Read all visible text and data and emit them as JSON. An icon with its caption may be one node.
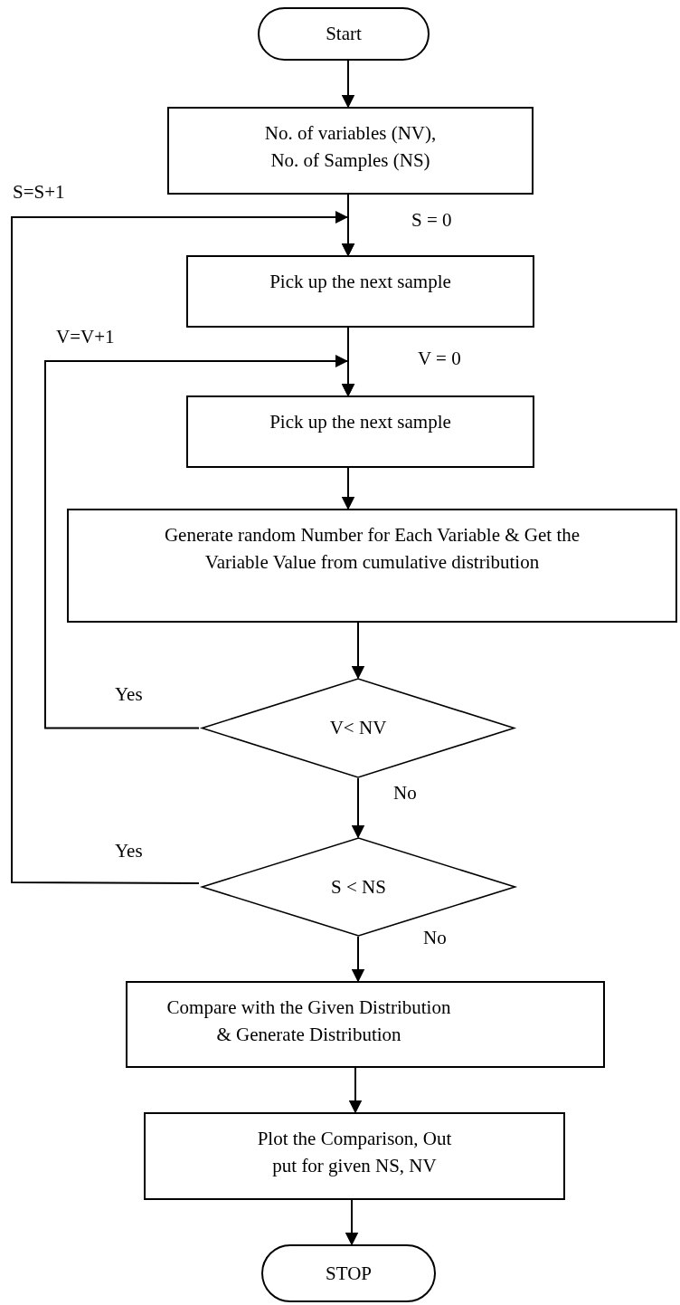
{
  "diagram": {
    "nodes": [
      {
        "text": [
          "Start"
        ]
      },
      {
        "text": [
          "No. of variables (NV), No. of Samples (NS)"
        ]
      },
      {
        "text": [
          "Pick up the next sample"
        ]
      },
      {
        "text": [
          "Pick up the next sample"
        ]
      },
      {
        "text": [
          "Generate random Number for Each Variable & Get the Variable Value from cumulative distribution"
        ]
      },
      {
        "text": [
          "V< NV"
        ]
      },
      {
        "text": [
          "S < NS"
        ]
      },
      {
        "text": [
          "Compare with the Given Distribution & Generate Distribution"
        ]
      },
      {
        "text": [
          "Plot the Comparison, Out put for given NS, NV"
        ]
      },
      {
        "text": [
          "STOP"
        ]
      }
    ],
    "edges": [
      {
        "from": 0,
        "to": 1,
        "arrow": "to"
      },
      {
        "from": 1,
        "to": 2,
        "arrow": "to",
        "label": "S = 0"
      },
      {
        "from": 2,
        "to": 3,
        "arrow": "to",
        "label": "V = 0"
      },
      {
        "from": 3,
        "to": 4,
        "arrow": "to"
      },
      {
        "from": 4,
        "to": 5,
        "arrow": "to"
      },
      {
        "from": 5,
        "to": 3,
        "arrow": "to",
        "label": "Yes"
      },
      {
        "from": 5,
        "to": 6,
        "arrow": "to",
        "label": "No"
      },
      {
        "from": 6,
        "to": 2,
        "arrow": "to",
        "label": "Yes"
      },
      {
        "from": 6,
        "to": 7,
        "arrow": "to",
        "label": "No"
      },
      {
        "from": 7,
        "to": 8,
        "arrow": "to"
      },
      {
        "from": 8,
        "to": 9,
        "arrow": "to"
      }
    ],
    "labels": [
      "S=S+1",
      "V=V+1"
    ]
  }
}
